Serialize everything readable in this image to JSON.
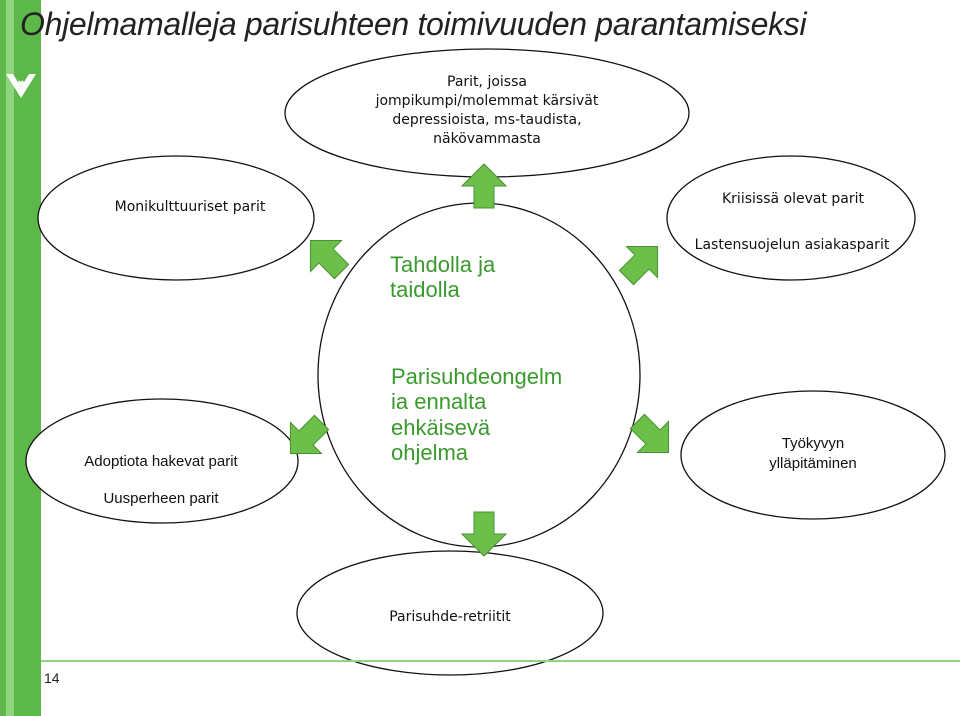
{
  "title": "Ohjelmamalleja parisuhteen toimivuuden parantamiseksi",
  "page_number": "14",
  "colors": {
    "accent_green": "#5db84a",
    "arrow_green": "#6cc04a",
    "text_green": "#3a9a2e"
  },
  "center": {
    "line1": "Tahdolla ja",
    "line2": "taidolla",
    "line3": "Parisuhdeongelm",
    "line4": "ia ennalta",
    "line5": "ehkäisevä",
    "line6": "ohjelma"
  },
  "nodes": {
    "top": {
      "line1": "Parit, joissa",
      "line2": "jompikumpi/molemmat kärsivät",
      "line3": "depressioista, ms-taudista,",
      "line4": "näkövammasta"
    },
    "left_top": {
      "line1": "Monikulttuuriset parit"
    },
    "right_top": {
      "line1": "Kriisissä olevat parit",
      "line2": "Lastensuojelun asiakasparit"
    },
    "left_bottom": {
      "line1": "Adoptiota hakevat parit",
      "line2": "Uusperheen parit"
    },
    "right_bottom": {
      "line1": "Työkyvyn",
      "line2": "ylläpitäminen"
    },
    "bottom": {
      "line1": "Parisuhde-retriitit"
    }
  },
  "arrow_icon": "green-block-arrow"
}
